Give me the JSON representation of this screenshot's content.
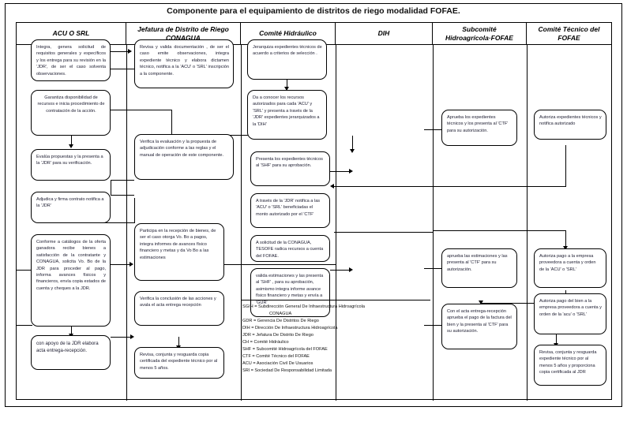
{
  "title": {
    "prefix": "Componente para el equipamiento de distritos de riego modalidad ",
    "bold": "FOFAE."
  },
  "columns": [
    {
      "id": "acu-srl",
      "label": "ACU O SRL"
    },
    {
      "id": "jefatura",
      "label": "Jefatura de Distrito de Riego CONAGUA"
    },
    {
      "id": "comite-hidraulico",
      "label": "Comité Hidráulico"
    },
    {
      "id": "dih",
      "label": "DIH"
    },
    {
      "id": "subcomite",
      "label": "Subcomité Hidroagrícola·FOFAE"
    },
    {
      "id": "comite-tecnico",
      "label": "Comité Técnico del FOFAE"
    }
  ],
  "boxes": {
    "acu1": "Integra, genera solicitud de requisitos generales y específicos y los entrega para su revisión en la 'JDR', de ser el caso solventa observaciones.",
    "acu2": "Garantiza disponibilidad de recursos e inicia procedimiento de contratación de la acción.",
    "acu3": "Evalúa propuestas y la presenta a la 'JDR' para su verificación.",
    "acu4": "Adjudica y firma contrato notifica a la 'JDR'",
    "acu5": "Conforme a catálogos de la oferta ganadora recibe bienes a satisfacción de la contratante y CONAGUA, solicita Vo. Bo de la JDR para proceder al pago, informa avances físicos y financieros, envía copia estados de cuenta y cheques a la JDR.",
    "acu6": "con apoyo de la JDR elabora acta entrega-recepción.",
    "jdr1": "Revisa y valida documentación , de ser el caso emite observaciones, integra expediente técnico y elabora dictamen técnico, notifica a la 'ACU' o 'SRL' inscripción a la componente.",
    "jdr2": "Verifica la evaluación y la propuesta de adjudicación conforme a las reglas y el manual de operación de este componente.",
    "jdr3": "Participa en la recepción de bienes, de ser el caso otorga Vo. Bo a pagos, integra informes de avances físico financiero y metas y da Vo Bo a las estimaciones",
    "jdr4": "Verifica la conclusión de las acciones y avala el acta entrega recepción",
    "jdr5": "Revisa, conjunta y resguarda copia certificada del expediente técnico por al menos 5 años.",
    "ch1": "Jerarquiza expedientes técnicos de acuerdo a criterios de selección .",
    "ch2": "Da a conocer los recursos autorizados para cada 'ACU' y 'SRL' y presenta a través de la 'JDR' expedientes jerarquizados a la 'DIH'",
    "dih1": "Presenta los expedientes técnicos al 'SHF' para su aprobación.",
    "dih2": "A través de la 'JDR' notifica a las 'ACU' o 'SRL' beneficiadas el monto autorizado por el 'CTF'",
    "dih3": "A solicitud de la CONAGUA, TESOFE radica recursos a cuenta del FOFAE.",
    "dih4": "valida estimaciones y las presenta al 'SHF' , para su aprobación, asimismo integra informe avance físico financiero y metas y envía a 'GUR'",
    "shf1": "Aprueba los expedientes técnicos y los presenta al 'CTF' para su autorización.",
    "shf2": "aprueba las estimaciones y las presenta al 'CTF' para su autorización.",
    "shf3": "Con el acta entrega-recepción aprueba el pago  de la factura del bien y la presenta al 'CTF' para su autorización.",
    "ctf1": "Autoriza expedientes técnicos y notifica autorizado",
    "ctf2": "Autoriza pago a la empresa proveedora a cuenta y orden de la 'ACU' o 'SRL'",
    "ctf3": "Autoriza pago del bien a la empresa proveedora a cuenta y orden de la 'acu' o 'SRL'",
    "ctf4": "Revisa, conjunta y resguarda expediente técnico por al menos 5 años y proporciona copia certificada al JDR"
  },
  "legend": [
    {
      "line": "SGIH = Subdirección General De Infraestructura Hidroagrícola",
      "indent": false
    },
    {
      "line": "CONAGUA",
      "indent": true
    },
    {
      "line": "GDR = Gerencia De Distritos De Riego",
      "indent": false
    },
    {
      "line": "DIH = Dirección De Infraestructura Hidroagrícola",
      "indent": false
    },
    {
      "line": "JDR = Jefatura De Distrito De Riego",
      "indent": false
    },
    {
      "line": "CH  = Comité Hidráulico",
      "indent": false
    },
    {
      "line": "SHF = Subcomité Hidroagrícola del FOFAE",
      "indent": false
    },
    {
      "line": "CTF = Comité Técnico del FOFAE",
      "indent": false
    },
    {
      "line": "ACU = Asociación Civil De Usuarios",
      "indent": false
    },
    {
      "line": "SRl = Sociedad De Responsabilidad Limitada",
      "indent": false
    }
  ]
}
